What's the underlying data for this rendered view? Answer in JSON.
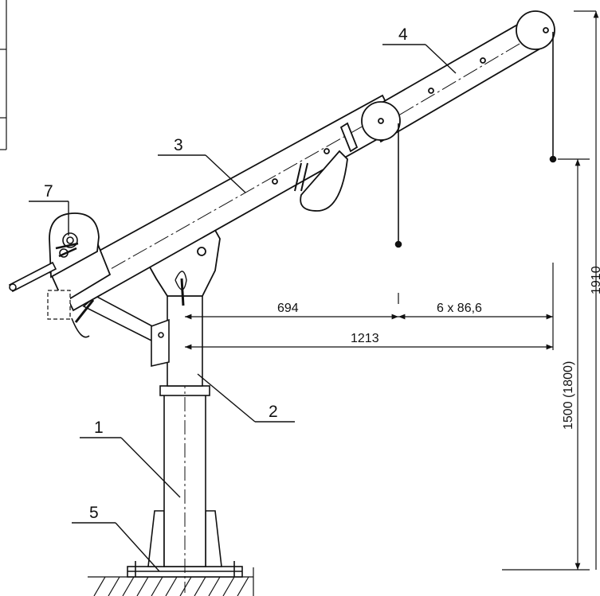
{
  "callouts": {
    "c1": "1",
    "c2": "2",
    "c3": "3",
    "c4": "4",
    "c5": "5",
    "c7": "7"
  },
  "dimensions": {
    "d694": "694",
    "d_pitch": "6 x 86,6",
    "d1213": "1213",
    "d_height": "1500 (1800)",
    "d1910": "1910"
  },
  "colors": {
    "line": "#111111",
    "background": "#ffffff"
  }
}
